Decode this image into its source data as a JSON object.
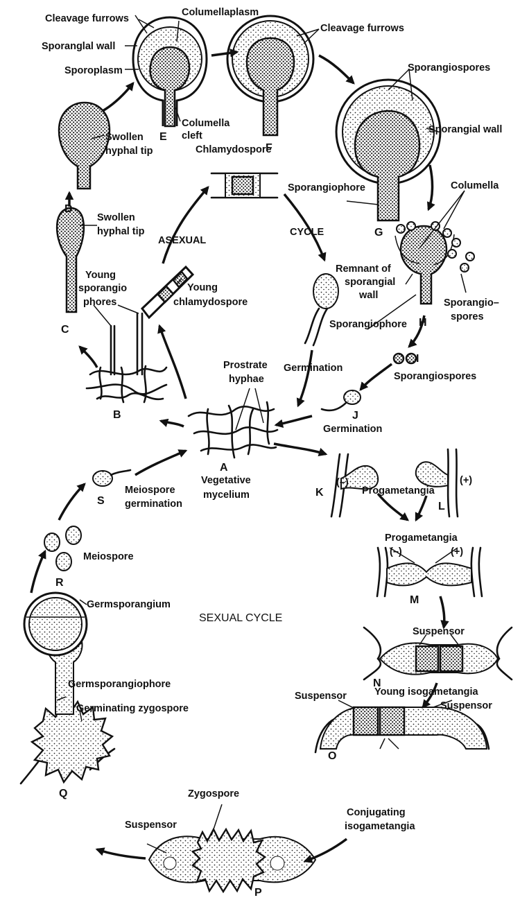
{
  "labels": {
    "cleavage_furrows_e": "Cleavage furrows",
    "columellaplasm": "Columellaplasm",
    "sporangial_wall_e": "Sporanglal wall",
    "sporoplasm": "Sporoplasm",
    "columella_cleft_1": "Columella",
    "columella_cleft_2": "cleft",
    "cleavage_furrows_f": "Cleavage furrows",
    "sporangiospores_g": "Sporangiospores",
    "sporangial_wall_g": "Sporangial wall",
    "swollen_d_1": "Swollen",
    "swollen_d_2": "hyphal tip",
    "chlamydospore": "Chlamydospore",
    "sporangiophore_g": "Sporangiophore",
    "columella_h": "Columella",
    "swollen_c_1": "Swollen",
    "swollen_c_2": "hyphal tip",
    "asexual": "ASEXUAL",
    "cycle": "CYCLE",
    "remnant_1": "Remnant of",
    "remnant_2": "sporangial",
    "remnant_3": "wall",
    "young_sp_1": "Young",
    "young_sp_2": "sporangio",
    "young_sp_3": "phores",
    "young_chl_1": "Young",
    "young_chl_2": "chlamydospore",
    "sporangio_h_1": "Sporangio–",
    "sporangio_h_2": "spores",
    "sporangiophore_h": "Sporangiophore",
    "prostrate_1": "Prostrate",
    "prostrate_2": "hyphae",
    "germination_1": "Germination",
    "sporangiospores_i": "Sporangiospores",
    "germination_j": "Germination",
    "vegetative_1": "Vegetative",
    "vegetative_2": "mycelium",
    "meiospore_germ_1": "Meiospore",
    "meiospore_germ_2": "germination",
    "minus_k": "(–)",
    "plus_l": "(+)",
    "progametangia_1": "Progametangia",
    "progametangia_2": "Progametangia",
    "minus_m": "(–)",
    "plus_m": "(+)",
    "meiospore": "Meiospore",
    "sexual_cycle": "SEXUAL CYCLE",
    "suspensor_n": "Suspensor",
    "germsporangium": "Germsporangium",
    "germsporangiophore": "Germsporangiophore",
    "young_iso": "Young isogametangia",
    "germinating_zygo": "Germinating zygospore",
    "suspensor_o_left": "Suspensor",
    "suspensor_o_right": "Suspensor",
    "zygospore": "Zygospore",
    "suspensor_p": "Suspensor",
    "conjugating_1": "Conjugating",
    "conjugating_2": "isogametangia"
  },
  "stages": {
    "a": "A",
    "b": "B",
    "c": "C",
    "d": "D",
    "e": "E",
    "f": "F",
    "g": "G",
    "h": "H",
    "i": "I",
    "j": "J",
    "k": "K",
    "l": "L",
    "m": "M",
    "n": "N",
    "o": "O",
    "p": "P",
    "q": "Q",
    "r": "R",
    "s": "S"
  }
}
